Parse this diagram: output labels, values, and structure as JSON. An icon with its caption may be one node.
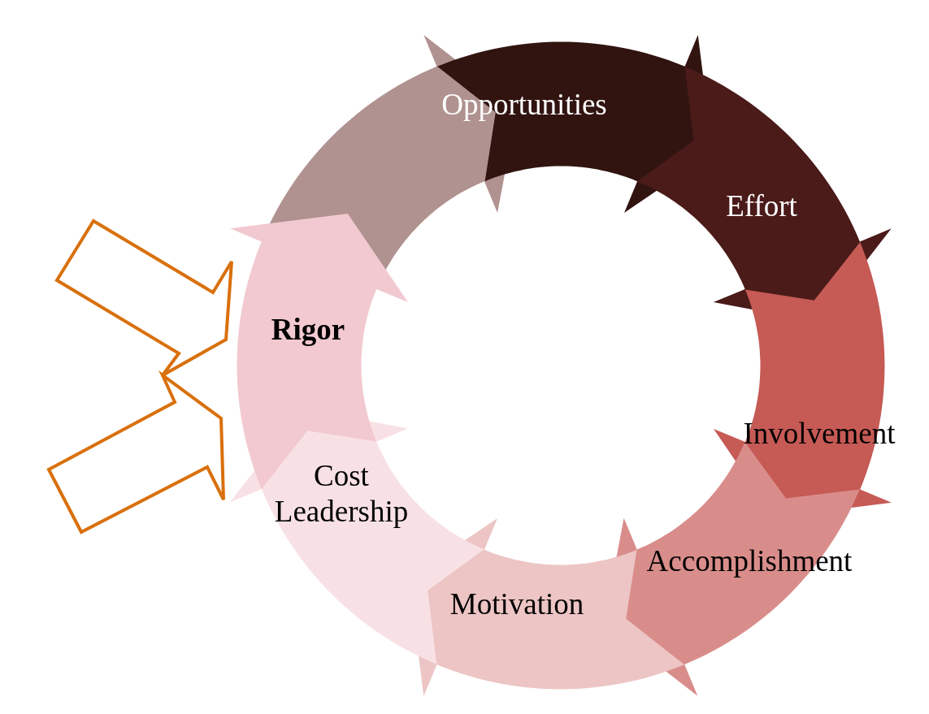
{
  "diagram": {
    "nodes": [
      {
        "text": [],
        "shape": "arrow"
      },
      {
        "text": [
          "Opportunities"
        ]
      },
      {
        "text": [
          "Effort"
        ]
      },
      {
        "text": [
          "Involvement"
        ]
      },
      {
        "text": [
          "Accomplishment"
        ]
      },
      {
        "text": [
          "Motivation"
        ]
      },
      {
        "text": [
          "Cost Leadership"
        ]
      },
      {
        "text": [
          "Rigor"
        ]
      }
    ],
    "edges": [
      {
        "from": null,
        "to": 7,
        "arrow": "to",
        "color": "#d9700c"
      },
      {
        "from": null,
        "to": 7,
        "arrow": "to",
        "color": "#d9700c"
      }
    ]
  }
}
